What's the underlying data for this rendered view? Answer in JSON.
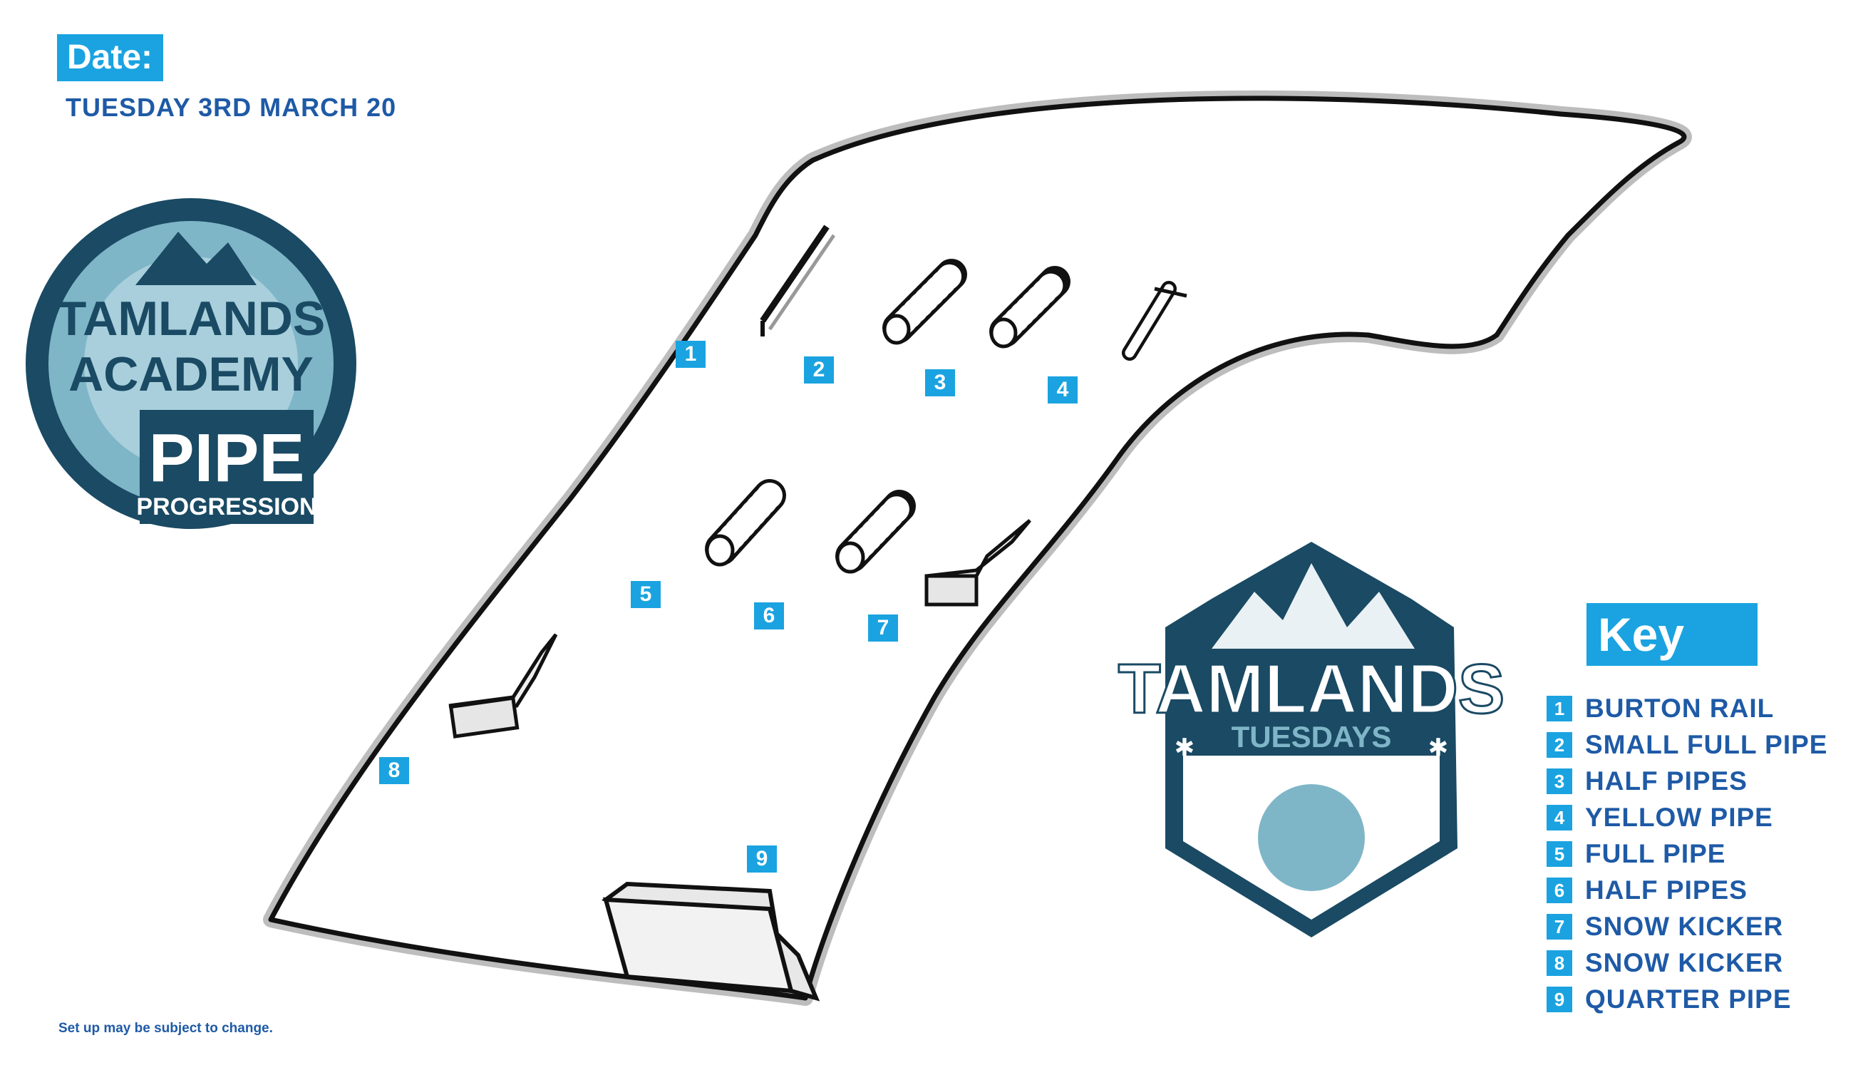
{
  "header": {
    "date_label": "Date:",
    "date_value": "TUESDAY 3RD MARCH 20"
  },
  "academy_logo": {
    "line1": "TAMLANDS",
    "line2": "ACADEMY",
    "line3": "PIPE",
    "line4": "PROGRESSION"
  },
  "tuesdays_logo": {
    "line1": "TAMLANDS",
    "line2": "TUESDAYS"
  },
  "course_features": [
    {
      "number": "1"
    },
    {
      "number": "2"
    },
    {
      "number": "3"
    },
    {
      "number": "4"
    },
    {
      "number": "5"
    },
    {
      "number": "6"
    },
    {
      "number": "7"
    },
    {
      "number": "8"
    },
    {
      "number": "9"
    }
  ],
  "key": {
    "title": "Key",
    "items": [
      {
        "number": "1",
        "label": "BURTON RAIL"
      },
      {
        "number": "2",
        "label": "SMALL FULL PIPE"
      },
      {
        "number": "3",
        "label": "HALF PIPES"
      },
      {
        "number": "4",
        "label": "YELLOW PIPE"
      },
      {
        "number": "5",
        "label": "FULL PIPE"
      },
      {
        "number": "6",
        "label": "HALF PIPES"
      },
      {
        "number": "7",
        "label": "SNOW KICKER"
      },
      {
        "number": "8",
        "label": "SNOW KICKER"
      },
      {
        "number": "9",
        "label": "QUARTER PIPE"
      }
    ]
  },
  "footer": {
    "note": "Set up may be subject to change."
  },
  "colors": {
    "accent_blue": "#1aa3e0",
    "text_blue": "#1e5aa6",
    "logo_dark": "#1a4a64",
    "logo_light": "#7fb6c7"
  }
}
